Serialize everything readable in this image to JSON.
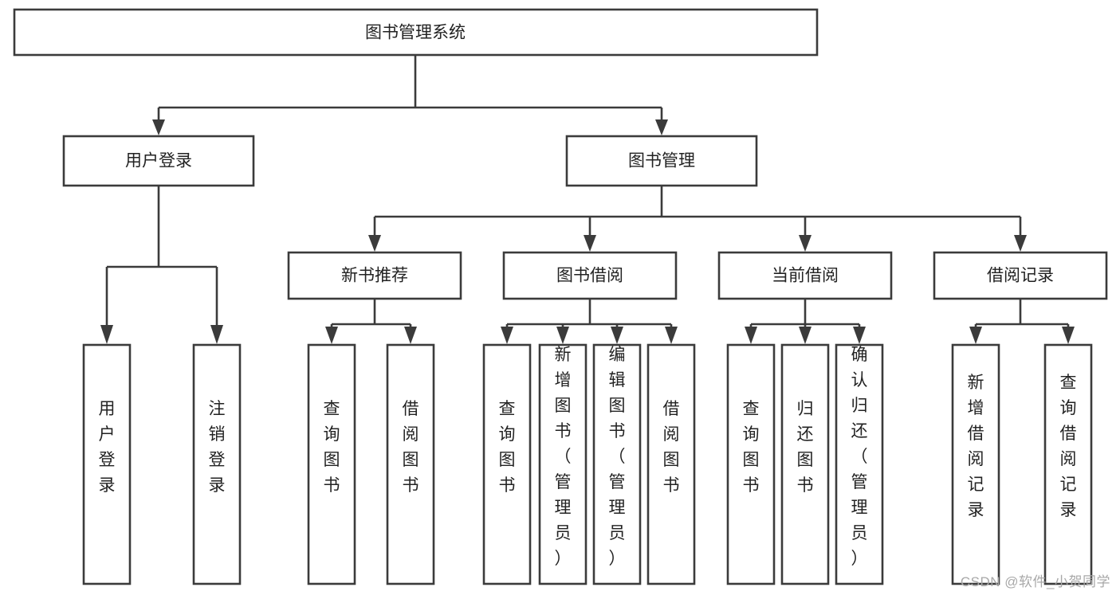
{
  "diagram": {
    "title": "图书管理系统",
    "type": "tree-hierarchy",
    "watermark": "CSDN @软件_小贺同学",
    "colors": {
      "stroke": "#3b3b3b",
      "fill": "#ffffff",
      "text": "#222222",
      "watermark": "#a8a8a8"
    },
    "root": {
      "label": "图书管理系统"
    },
    "level2": [
      {
        "label": "用户登录"
      },
      {
        "label": "图书管理"
      }
    ],
    "level3": [
      {
        "label": "新书推荐"
      },
      {
        "label": "图书借阅"
      },
      {
        "label": "当前借阅"
      },
      {
        "label": "借阅记录"
      }
    ],
    "leaves_user_login": [
      {
        "label": "用户登录"
      },
      {
        "label": "注销登录"
      }
    ],
    "leaves_new_book": [
      {
        "label": "查询图书"
      },
      {
        "label": "借阅图书"
      }
    ],
    "leaves_book_borrow": [
      {
        "label": "查询图书"
      },
      {
        "label": "新增图书（管理员）"
      },
      {
        "label": "编辑图书（管理员）"
      },
      {
        "label": "借阅图书"
      }
    ],
    "leaves_current_borrow": [
      {
        "label": "查询图书"
      },
      {
        "label": "归还图书"
      },
      {
        "label": "确认归还（管理员）"
      }
    ],
    "leaves_borrow_record": [
      {
        "label": "新增借阅记录"
      },
      {
        "label": "查询借阅记录"
      }
    ]
  }
}
